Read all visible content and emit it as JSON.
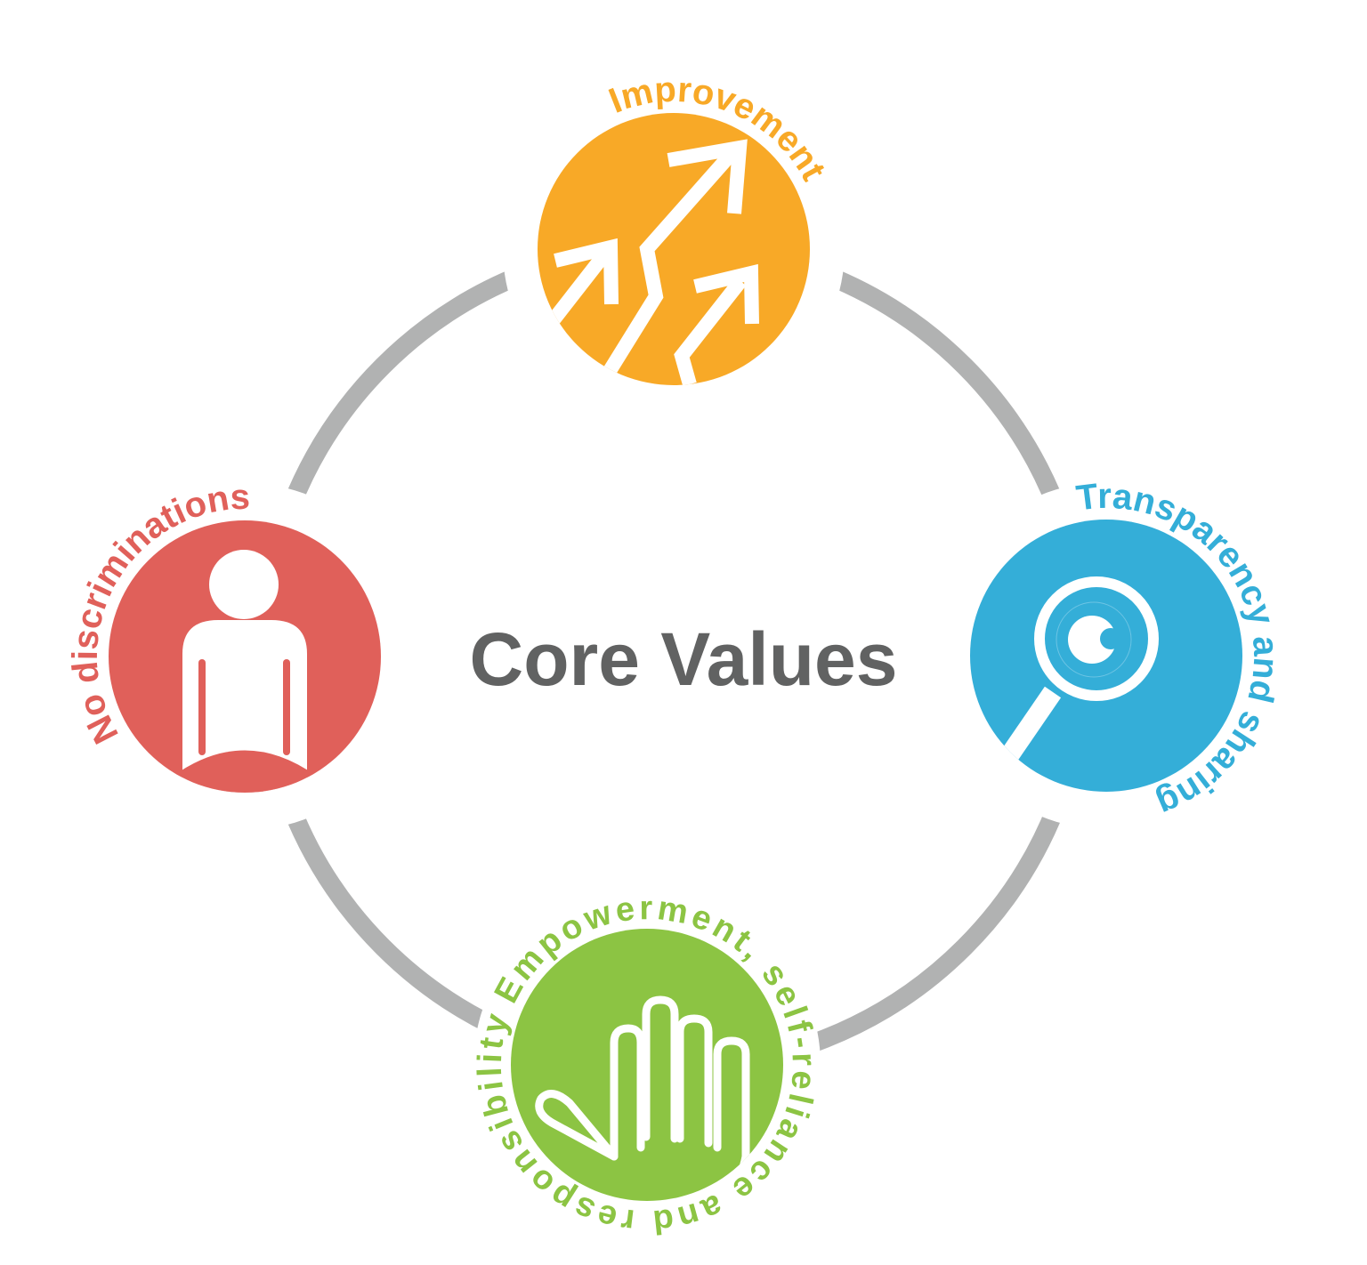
{
  "title": "Core Values",
  "colors": {
    "ring": "#b1b2b2",
    "title": "#616262",
    "improvement": "#f8a927",
    "transparency": "#34aed8",
    "discrimination": "#e0605a",
    "empowerment": "#8cc443"
  },
  "values": [
    {
      "label": "Improvement",
      "icon": "rising-arrows-icon"
    },
    {
      "label": "Transparency and sharing",
      "icon": "magnifier-eye-icon"
    },
    {
      "label": "Empowerment, self-reliance and responsibility",
      "icon": "hand-icon"
    },
    {
      "label": "No discriminations",
      "icon": "person-icon"
    }
  ]
}
